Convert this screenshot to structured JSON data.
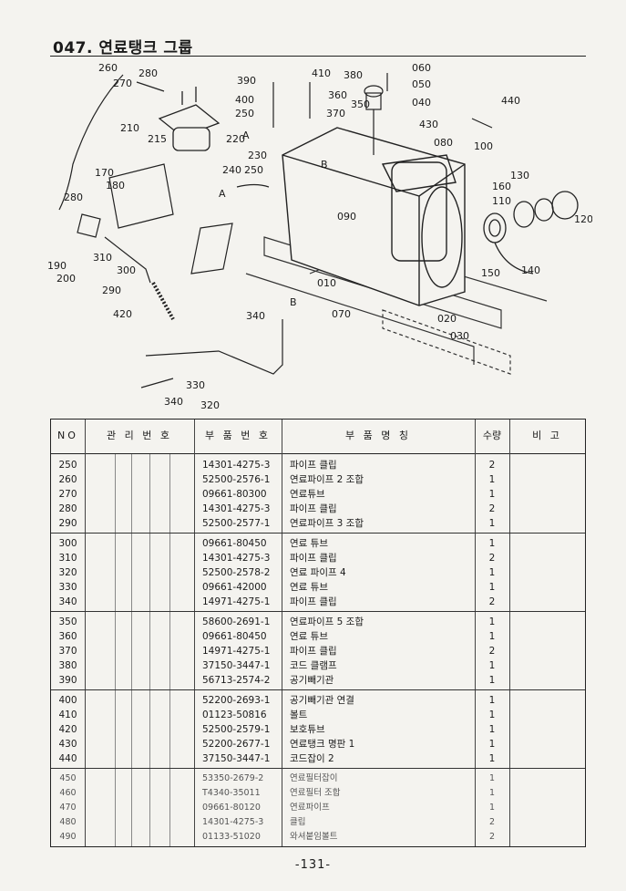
{
  "page": {
    "title": "047. 연료탱크 그룹",
    "page_number": "-131-"
  },
  "diagram": {
    "callouts": [
      "260",
      "280",
      "270",
      "390",
      "410",
      "380",
      "060",
      "050",
      "400",
      "360",
      "350",
      "040",
      "440",
      "250",
      "370",
      "210",
      "215",
      "220",
      "A",
      "230",
      "430",
      "080",
      "100",
      "240",
      "250",
      "B",
      "130",
      "170",
      "180",
      "A",
      "160",
      "110",
      "280",
      "090",
      "120",
      "190",
      "310",
      "300",
      "140",
      "200",
      "150",
      "290",
      "010",
      "420",
      "B",
      "340",
      "070",
      "020",
      "030",
      "330",
      "340",
      "320"
    ]
  },
  "table": {
    "headers": {
      "no": "NO",
      "mgmt": "관 리 번 호",
      "part_no": "부 품 번 호",
      "part_name": "부  품  명  칭",
      "qty": "수량",
      "note": "비 고"
    },
    "groups": [
      [
        {
          "no": "250",
          "part": "14301-4275-3",
          "name": "파이프 클립",
          "qty": "2"
        },
        {
          "no": "260",
          "part": "52500-2576-1",
          "name": "연료파이프 2 조합",
          "qty": "1"
        },
        {
          "no": "270",
          "part": "09661-80300",
          "name": "연료튜브",
          "qty": "1"
        },
        {
          "no": "280",
          "part": "14301-4275-3",
          "name": "파이프 클립",
          "qty": "2"
        },
        {
          "no": "290",
          "part": "52500-2577-1",
          "name": "연료파이프 3 조합",
          "qty": "1"
        }
      ],
      [
        {
          "no": "300",
          "part": "09661-80450",
          "name": "연료 튜브",
          "qty": "1"
        },
        {
          "no": "310",
          "part": "14301-4275-3",
          "name": "파이프 클립",
          "qty": "2"
        },
        {
          "no": "320",
          "part": "52500-2578-2",
          "name": "연료 파이프 4",
          "qty": "1"
        },
        {
          "no": "330",
          "part": "09661-42000",
          "name": "연료 튜브",
          "qty": "1"
        },
        {
          "no": "340",
          "part": "14971-4275-1",
          "name": "파이프 클립",
          "qty": "2"
        }
      ],
      [
        {
          "no": "350",
          "part": "58600-2691-1",
          "name": "연료파이프 5 조합",
          "qty": "1"
        },
        {
          "no": "360",
          "part": "09661-80450",
          "name": "연료 튜브",
          "qty": "1"
        },
        {
          "no": "370",
          "part": "14971-4275-1",
          "name": "파이프 클립",
          "qty": "2"
        },
        {
          "no": "380",
          "part": "37150-3447-1",
          "name": "코드 클램프",
          "qty": "1"
        },
        {
          "no": "390",
          "part": "56713-2574-2",
          "name": "공기빼기관",
          "qty": "1"
        }
      ],
      [
        {
          "no": "400",
          "part": "52200-2693-1",
          "name": "공기빼기관 연결",
          "qty": "1"
        },
        {
          "no": "410",
          "part": "01123-50816",
          "name": "볼트",
          "qty": "1"
        },
        {
          "no": "420",
          "part": "52500-2579-1",
          "name": "보호튜브",
          "qty": "1"
        },
        {
          "no": "430",
          "part": "52200-2677-1",
          "name": "연료탱크 명판 1",
          "qty": "1"
        },
        {
          "no": "440",
          "part": "37150-3447-1",
          "name": "코드잡이 2",
          "qty": "1"
        }
      ],
      [
        {
          "no": "450",
          "part": "53350-2679-2",
          "name": "연료필터잡이",
          "qty": "1"
        },
        {
          "no": "460",
          "part": "T4340-35011",
          "name": "연료필터 조합",
          "qty": "1"
        },
        {
          "no": "470",
          "part": "09661-80120",
          "name": "연료파이프",
          "qty": "1"
        },
        {
          "no": "480",
          "part": "14301-4275-3",
          "name": "클립",
          "qty": "2"
        },
        {
          "no": "490",
          "part": "01133-51020",
          "name": "와셔붙임볼트",
          "qty": "2"
        }
      ]
    ]
  }
}
